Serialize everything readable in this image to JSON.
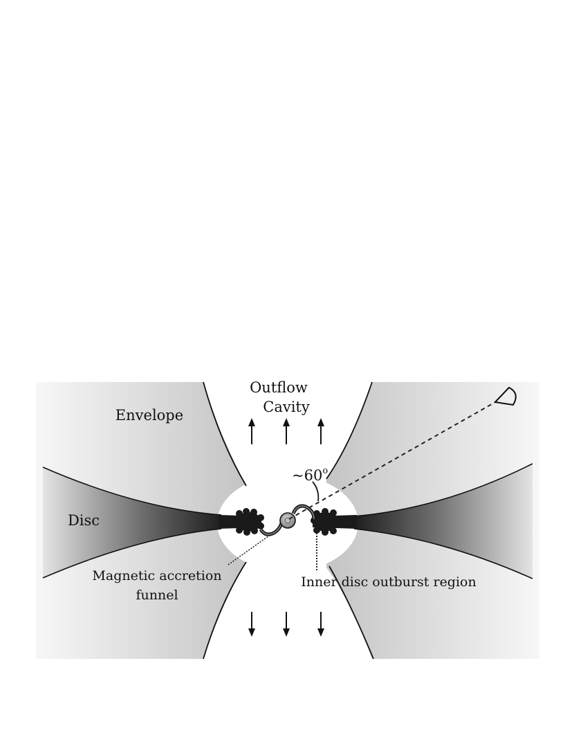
{
  "labels": {
    "outflow": "Outflow",
    "cavity": "Cavity",
    "envelope": "Envelope",
    "disc": "Disc",
    "angle": "~60",
    "degree": "o",
    "magnetic_line1": "Magnetic accretion",
    "magnetic_line2": "funnel",
    "inner_disc": "Inner disc outburst region"
  },
  "icons": {
    "observer": "eye-icon",
    "up_arrows": "arrow-up-icon",
    "down_arrows": "arrow-down-icon"
  },
  "colors": {
    "envelope_light": "#f4f4f4",
    "envelope_dark": "#c8c8c8",
    "disc_dark": "#2a2a2a",
    "disc_light": "#e6e6e6",
    "lines": "#111111"
  }
}
